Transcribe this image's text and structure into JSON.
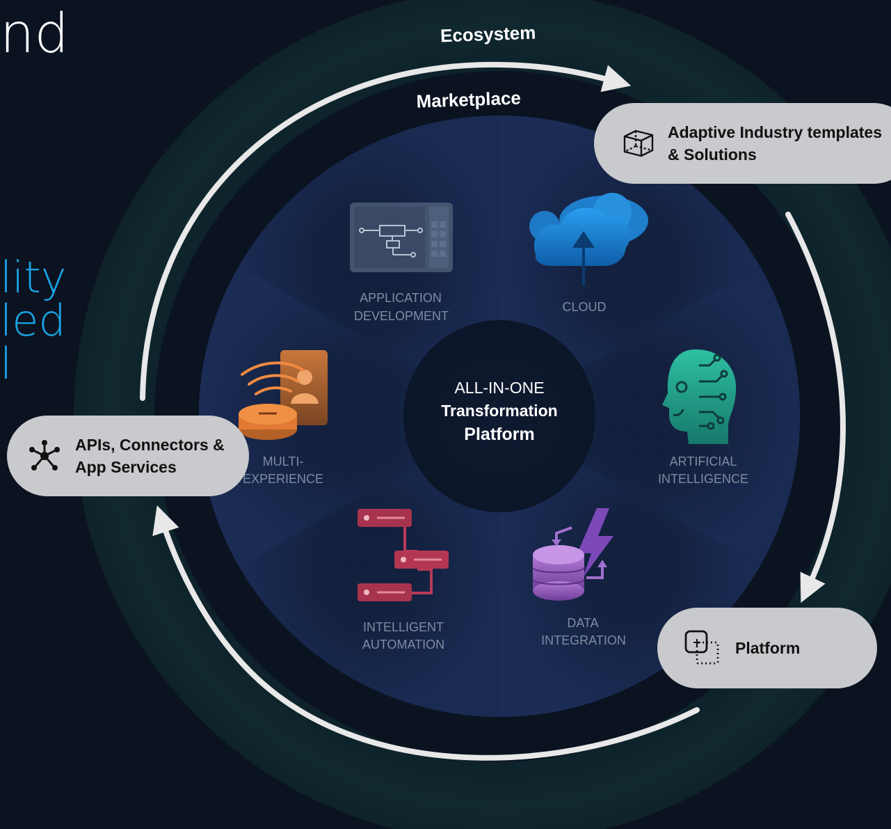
{
  "slide": {
    "heading_fragment": "nd",
    "subtitle_fragments": [
      "lity",
      "led",
      "l"
    ]
  },
  "ring_labels": {
    "outer": "Ecosystem",
    "inner": "Marketplace"
  },
  "center": {
    "line1": "ALL-IN-ONE",
    "line2": "Transformation",
    "line3": "Platform"
  },
  "segments": [
    {
      "id": "app-dev",
      "line1": "APPLICATION",
      "line2": "DEVELOPMENT",
      "icon": "flowchart-panel-icon",
      "color": "#4a5b76"
    },
    {
      "id": "cloud",
      "line1": "CLOUD",
      "line2": "",
      "icon": "cloud-upload-icon",
      "color": "#1b8ae0"
    },
    {
      "id": "ai",
      "line1": "ARTIFICIAL",
      "line2": "INTELLIGENCE",
      "icon": "ai-head-icon",
      "color": "#22b39a"
    },
    {
      "id": "data",
      "line1": "DATA",
      "line2": "INTEGRATION",
      "icon": "database-lightning-icon",
      "color": "#9a58c8"
    },
    {
      "id": "automation",
      "line1": "INTELLIGENT",
      "line2": "AUTOMATION",
      "icon": "server-flow-icon",
      "color": "#c23b5a"
    },
    {
      "id": "multi-exp",
      "line1": "MULTI-",
      "line2": "EXPERIENCE",
      "icon": "device-wireless-icon",
      "color": "#e8803a"
    }
  ],
  "pills": {
    "adaptive": {
      "label": "Adaptive Industry templates\n& Solutions",
      "icon": "cube-icon"
    },
    "platform": {
      "label": "Platform",
      "icon": "overlap-squares-icon"
    },
    "apis": {
      "label": "APIs, Connectors &\nApp Services",
      "icon": "network-hub-icon"
    }
  },
  "colors": {
    "background": "#0b1220",
    "outer_ring": "#0f2a2e",
    "segment_fill": "#17274a",
    "segment_label": "#7f8ca3",
    "subtitle_accent": "#1aa3e6",
    "pill": "#c9cacd"
  }
}
